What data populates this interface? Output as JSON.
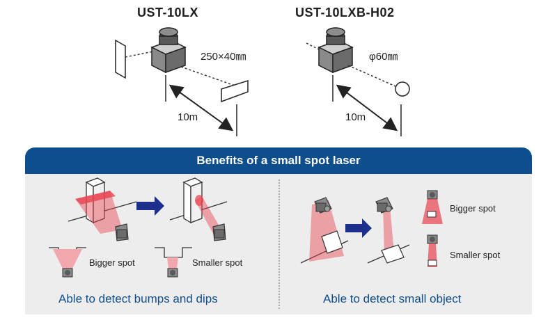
{
  "top": {
    "left_model": {
      "title": "UST-10LX",
      "dimension": "250×40㎜",
      "distance": "10m"
    },
    "right_model": {
      "title": "UST-10LXB-H02",
      "dimension": "φ60㎜",
      "distance": "10m"
    }
  },
  "banner": {
    "title": "Benefits of a small spot laser"
  },
  "left_panel": {
    "caption": "Able to detect bumps and dips",
    "bigger_label": "Bigger spot",
    "smaller_label": "Smaller spot"
  },
  "right_panel": {
    "caption": "Able to detect small object",
    "bigger_label": "Bigger spot",
    "smaller_label": "Smaller spot"
  },
  "colors": {
    "brand_blue": "#0e4e8c",
    "laser_red": "#e8424f",
    "laser_pink": "#f2a6ad",
    "panel_gray": "#ededed"
  }
}
